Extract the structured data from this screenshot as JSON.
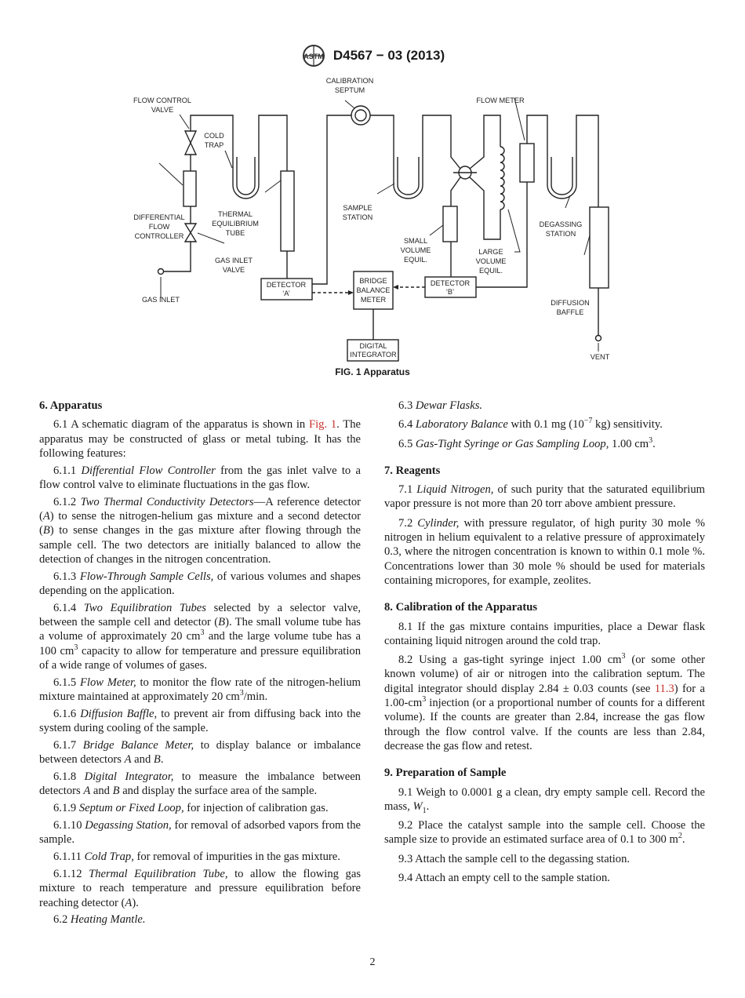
{
  "header": {
    "logo_text": "ASTM",
    "doc_id": "D4567 − 03 (2013)"
  },
  "figure": {
    "caption": "FIG. 1  Apparatus",
    "labels": {
      "calibration_septum": [
        "CALIBRATION",
        "SEPTUM"
      ],
      "flow_control_valve": [
        "FLOW CONTROL",
        "VALVE"
      ],
      "cold_trap": [
        "COLD",
        "TRAP"
      ],
      "flow_meter": [
        "FLOW METER"
      ],
      "differential_flow_controller": [
        "DIFFERENTIAL",
        "FLOW",
        "CONTROLLER"
      ],
      "thermal_equilibrium_tube": [
        "THERMAL",
        "EQUILIBRIUM",
        "TUBE"
      ],
      "sample_station": [
        "SAMPLE",
        "STATION"
      ],
      "degassing_station": [
        "DEGASSING",
        "STATION"
      ],
      "small_volume_equil": [
        "SMALL",
        "VOLUME",
        "EQUIL."
      ],
      "large_volume_equil": [
        "LARGE",
        "VOLUME",
        "EQUIL."
      ],
      "gas_inlet_valve": [
        "GAS INLET",
        "VALVE"
      ],
      "gas_inlet": [
        "GAS INLET"
      ],
      "detector_a": [
        "DETECTOR",
        "‘A’"
      ],
      "bridge_balance_meter": [
        "BRIDGE",
        "BALANCE",
        "METER"
      ],
      "detector_b": [
        "DETECTOR",
        "‘B’"
      ],
      "diffusion_baffle": [
        "DIFFUSION",
        "BAFFLE"
      ],
      "digital_integrator": [
        "DIGITAL",
        "INTEGRATOR"
      ],
      "vent": [
        "VENT"
      ]
    }
  },
  "left": [
    {
      "type": "h",
      "s": [
        {
          "t": "6.  Apparatus"
        }
      ]
    },
    {
      "type": "p",
      "s": [
        {
          "t": "6.1 A schematic diagram of the apparatus is shown in "
        },
        {
          "t": "Fig. 1",
          "k": "a"
        },
        {
          "t": ". The apparatus may be constructed of glass or metal tubing. It has the following features:"
        }
      ]
    },
    {
      "type": "p",
      "s": [
        {
          "t": "6.1.1 "
        },
        {
          "t": "Differential Flow Controller",
          "k": "i"
        },
        {
          "t": " from the gas inlet valve to a flow control valve to eliminate fluctuations in the gas flow."
        }
      ]
    },
    {
      "type": "p",
      "s": [
        {
          "t": "6.1.2 "
        },
        {
          "t": "Two Thermal Conductivity Detectors",
          "k": "i"
        },
        {
          "t": "—A reference detector ("
        },
        {
          "t": "A",
          "k": "i"
        },
        {
          "t": ") to sense the nitrogen-helium gas mixture and a second detector ("
        },
        {
          "t": "B",
          "k": "i"
        },
        {
          "t": ") to sense changes in the gas mixture after flowing through the sample cell. The two detectors are initially balanced to allow the detection of changes in the nitrogen concentration."
        }
      ]
    },
    {
      "type": "p",
      "s": [
        {
          "t": "6.1.3 "
        },
        {
          "t": "Flow-Through Sample Cells,",
          "k": "i"
        },
        {
          "t": " of various volumes and shapes depending on the application."
        }
      ]
    },
    {
      "type": "p",
      "s": [
        {
          "t": "6.1.4 "
        },
        {
          "t": "Two Equilibration Tubes",
          "k": "i"
        },
        {
          "t": " selected by a selector valve, between the sample cell and detector ("
        },
        {
          "t": "B",
          "k": "i"
        },
        {
          "t": "). The small volume tube has a volume of approximately 20 cm"
        },
        {
          "t": "3",
          "k": "sup"
        },
        {
          "t": " and the large volume tube has a 100 cm"
        },
        {
          "t": "3",
          "k": "sup"
        },
        {
          "t": " capacity to allow for temperature and pressure equilibration of a wide range of volumes of gases."
        }
      ]
    },
    {
      "type": "p",
      "s": [
        {
          "t": "6.1.5 "
        },
        {
          "t": "Flow Meter,",
          "k": "i"
        },
        {
          "t": " to monitor the flow rate of the nitrogen-helium mixture maintained at approximately 20 cm"
        },
        {
          "t": "3",
          "k": "sup"
        },
        {
          "t": "/min."
        }
      ]
    },
    {
      "type": "p",
      "s": [
        {
          "t": "6.1.6 "
        },
        {
          "t": "Diffusion Baffle,",
          "k": "i"
        },
        {
          "t": " to prevent air from diffusing back into the system during cooling of the sample."
        }
      ]
    },
    {
      "type": "p",
      "s": [
        {
          "t": "6.1.7 "
        },
        {
          "t": "Bridge Balance Meter,",
          "k": "i"
        },
        {
          "t": " to display balance or imbalance between detectors "
        },
        {
          "t": "A",
          "k": "i"
        },
        {
          "t": " and "
        },
        {
          "t": "B",
          "k": "i"
        },
        {
          "t": "."
        }
      ]
    },
    {
      "type": "p",
      "s": [
        {
          "t": "6.1.8 "
        },
        {
          "t": "Digital Integrator,",
          "k": "i"
        },
        {
          "t": " to measure the imbalance between detectors "
        },
        {
          "t": "A",
          "k": "i"
        },
        {
          "t": " and "
        },
        {
          "t": "B",
          "k": "i"
        },
        {
          "t": " and display the surface area of the sample."
        }
      ]
    },
    {
      "type": "p",
      "s": [
        {
          "t": "6.1.9 "
        },
        {
          "t": "Septum or Fixed Loop,",
          "k": "i"
        },
        {
          "t": " for injection of calibration gas."
        }
      ]
    },
    {
      "type": "p",
      "s": [
        {
          "t": "6.1.10 "
        },
        {
          "t": "Degassing Station,",
          "k": "i"
        },
        {
          "t": " for removal of adsorbed vapors from the sample."
        }
      ]
    },
    {
      "type": "p",
      "s": [
        {
          "t": "6.1.11 "
        },
        {
          "t": "Cold Trap,",
          "k": "i"
        },
        {
          "t": " for removal of impurities in the gas mixture."
        }
      ]
    },
    {
      "type": "p",
      "s": [
        {
          "t": "6.1.12 "
        },
        {
          "t": "Thermal Equilibration Tube,",
          "k": "i"
        },
        {
          "t": " to allow the flowing gas mixture to reach temperature and pressure equilibration before reaching detector ("
        },
        {
          "t": "A",
          "k": "i"
        },
        {
          "t": ")."
        }
      ]
    },
    {
      "type": "p",
      "s": [
        {
          "t": "6.2 "
        },
        {
          "t": "Heating Mantle.",
          "k": "i"
        }
      ]
    }
  ],
  "right": [
    {
      "type": "p",
      "s": [
        {
          "t": "6.3 "
        },
        {
          "t": "Dewar Flasks.",
          "k": "i"
        }
      ]
    },
    {
      "type": "p",
      "s": [
        {
          "t": "6.4 "
        },
        {
          "t": "Laboratory Balance",
          "k": "i"
        },
        {
          "t": " with 0.1 mg (10"
        },
        {
          "t": "−7",
          "k": "sup"
        },
        {
          "t": " kg) sensitivity."
        }
      ]
    },
    {
      "type": "p",
      "s": [
        {
          "t": "6.5 "
        },
        {
          "t": "Gas-Tight Syringe or Gas Sampling Loop,",
          "k": "i"
        },
        {
          "t": " 1.00 cm"
        },
        {
          "t": "3",
          "k": "sup"
        },
        {
          "t": "."
        }
      ]
    },
    {
      "type": "h",
      "s": [
        {
          "t": "7.  Reagents"
        }
      ]
    },
    {
      "type": "p",
      "s": [
        {
          "t": "7.1 "
        },
        {
          "t": "Liquid Nitrogen,",
          "k": "i"
        },
        {
          "t": " of such purity that the saturated equilibrium vapor pressure is not more than 20 torr above ambient pressure."
        }
      ]
    },
    {
      "type": "p",
      "s": [
        {
          "t": "7.2 "
        },
        {
          "t": "Cylinder,",
          "k": "i"
        },
        {
          "t": " with pressure regulator, of high purity 30 mole % nitrogen in helium equivalent to a relative pressure of approximately 0.3, where the nitrogen concentration is known to within 0.1 mole %. Concentrations lower than 30 mole % should be used for materials containing micropores, for example, zeolites."
        }
      ]
    },
    {
      "type": "h",
      "s": [
        {
          "t": "8.  Calibration of the Apparatus"
        }
      ]
    },
    {
      "type": "p",
      "s": [
        {
          "t": "8.1 If the gas mixture contains impurities, place a Dewar flask containing liquid nitrogen around the cold trap."
        }
      ]
    },
    {
      "type": "p",
      "s": [
        {
          "t": "8.2 Using a gas-tight syringe inject 1.00 cm"
        },
        {
          "t": "3",
          "k": "sup"
        },
        {
          "t": " (or some other known volume) of air or nitrogen into the calibration septum. The digital integrator should display 2.84 ± 0.03 counts (see "
        },
        {
          "t": "11.3",
          "k": "a"
        },
        {
          "t": ") for a 1.00-cm"
        },
        {
          "t": "3",
          "k": "sup"
        },
        {
          "t": " injection (or a proportional number of counts for a different volume). If the counts are greater than 2.84, increase the gas flow through the flow control valve. If the counts are less than 2.84, decrease the gas flow and retest."
        }
      ]
    },
    {
      "type": "h",
      "s": [
        {
          "t": "9.  Preparation of Sample"
        }
      ]
    },
    {
      "type": "p",
      "s": [
        {
          "t": "9.1 Weigh to 0.0001 g a clean, dry empty sample cell. Record the mass, "
        },
        {
          "t": "W",
          "k": "i"
        },
        {
          "t": "1",
          "k": "sub"
        },
        {
          "t": "."
        }
      ]
    },
    {
      "type": "p",
      "s": [
        {
          "t": "9.2 Place the catalyst sample into the sample cell. Choose the sample size to provide an estimated surface area of 0.1 to 300 m"
        },
        {
          "t": "2",
          "k": "sup"
        },
        {
          "t": "."
        }
      ]
    },
    {
      "type": "p",
      "s": [
        {
          "t": "9.3 Attach the sample cell to the degassing station."
        }
      ]
    },
    {
      "type": "p",
      "s": [
        {
          "t": "9.4 Attach an empty cell to the sample station."
        }
      ]
    }
  ],
  "footer": {
    "page_number": "2"
  },
  "colors": {
    "link": "#c8302a",
    "text": "#1a1a1a"
  }
}
